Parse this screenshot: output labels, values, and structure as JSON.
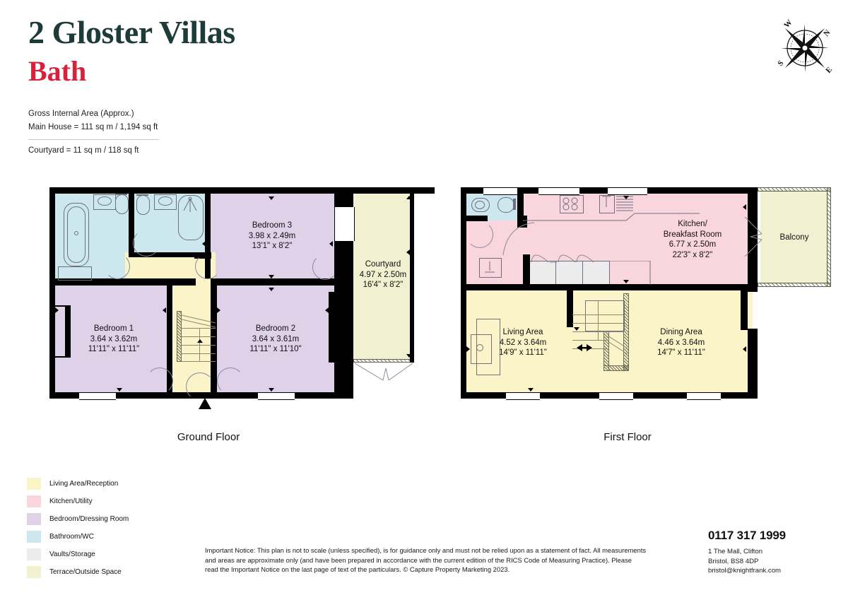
{
  "header": {
    "property_name": "2 Gloster Villas",
    "location": "Bath",
    "area_title": "Gross Internal Area (Approx.)",
    "area_main": "Main House = 111 sq m / 1,194  sq ft",
    "area_courtyard": "Courtyard = 11 sq m / 118 sq ft"
  },
  "compass": {
    "north": "N",
    "east": "E",
    "south": "S",
    "west": "W"
  },
  "floors": [
    {
      "id": "ground",
      "label": "Ground Floor"
    },
    {
      "id": "first",
      "label": "First Floor"
    }
  ],
  "ground_floor": {
    "rooms": [
      {
        "name": "Bedroom 1",
        "metric": "3.64 x 3.62m",
        "imperial": "11'11\" x 11'11\""
      },
      {
        "name": "Bedroom 2",
        "metric": "3.64 x 3.61m",
        "imperial": "11'11\" x 11'10\""
      },
      {
        "name": "Bedroom 3",
        "metric": "3.98 x 2.49m",
        "imperial": "13'1\" x 8'2\""
      },
      {
        "name": "Courtyard",
        "metric": "4.97 x 2.50m",
        "imperial": "16'4\" x 8'2\""
      }
    ]
  },
  "first_floor": {
    "rooms": [
      {
        "name": "Living Area",
        "metric": "4.52 x 3.64m",
        "imperial": "14'9\" x 11'11\""
      },
      {
        "name": "Dining Area",
        "metric": "4.46 x 3.64m",
        "imperial": "14'7\" x 11'11\""
      },
      {
        "name": "Kitchen/",
        "name2": "Breakfast Room",
        "metric": "6.77 x 2.50m",
        "imperial": "22'3\" x 8'2\""
      },
      {
        "name": "Balcony",
        "metric": "",
        "imperial": ""
      }
    ]
  },
  "legend": [
    {
      "label": "Living Area/Reception",
      "color": "#fbf4c8"
    },
    {
      "label": "Kitchen/Utility",
      "color": "#f9d6de"
    },
    {
      "label": "Bedroom/Dressing Room",
      "color": "#ded1e8"
    },
    {
      "label": "Bathroom/WC",
      "color": "#cde7ee"
    },
    {
      "label": "Vaults/Storage",
      "color": "#ececec"
    },
    {
      "label": "Terrace/Outside Space",
      "color": "#f1f1d2"
    }
  ],
  "footer": {
    "notice": "Important Notice: This plan is not to scale (unless specified), is for guidance only and must not be relied upon as a statement of fact. All measurements and areas are approximate only (and have been prepared in accordance with the current edition of the RICS Code of Measuring Practice). Please read the Important Notice on the last page of text of the particulars. © Capture Property Marketing 2023.",
    "phone": "0117 317 1999",
    "address_line1": "1 The Mall, Clifton",
    "address_line2": "Bristol, BS8 4DP",
    "email": "bristol@knightfrank.com"
  },
  "colors": {
    "title": "#1c3b39",
    "accent": "#d6223c",
    "wall": "#000000"
  }
}
